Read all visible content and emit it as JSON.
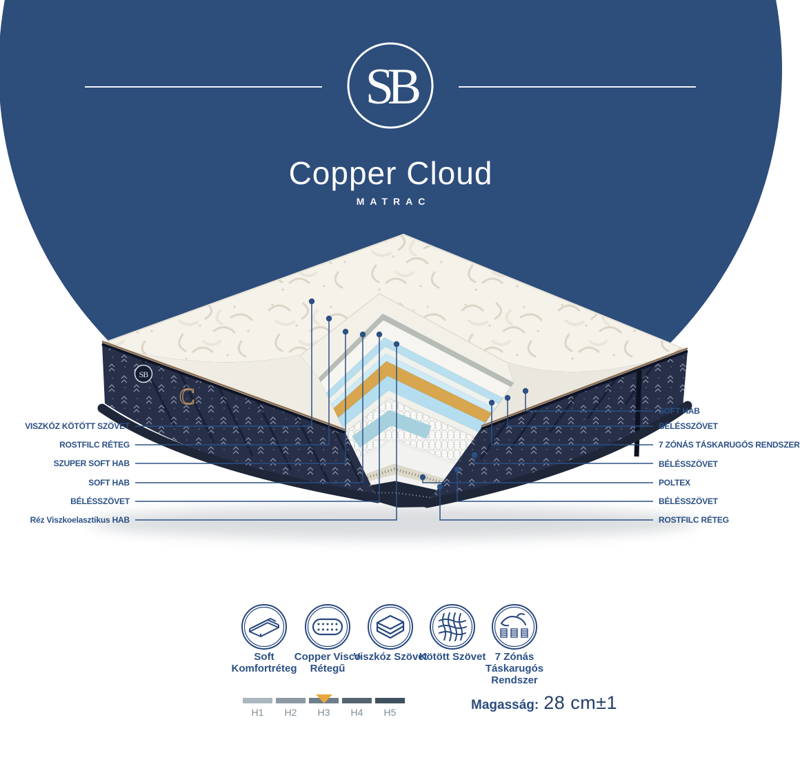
{
  "header": {
    "logo_monogram": "SB",
    "title": "Copper Cloud",
    "subtitle": "MATRAC"
  },
  "callouts": {
    "left": [
      {
        "label": "VISZKÓZ KÖTÖTT SZÖVET"
      },
      {
        "label": "ROSTFILC RÉTEG"
      },
      {
        "label": "SZUPER SOFT HAB"
      },
      {
        "label": "SOFT HAB"
      },
      {
        "label": "BÉLÉSSZÖVET"
      },
      {
        "label": "Réz Viszkoelasztikus HAB"
      }
    ],
    "right": [
      {
        "label": "SOFT HAB"
      },
      {
        "label": "BÉLÉSSZÖVET"
      },
      {
        "label": "7 ZÓNÁS TÁSKARUGÓS RENDSZER"
      },
      {
        "label": "BÉLÉSSZÖVET"
      },
      {
        "label": "POLTEX"
      },
      {
        "label": "BÉLÉSSZÖVET"
      },
      {
        "label": "ROSTFILC RÉTEG"
      }
    ]
  },
  "features": [
    {
      "icon": "mattress-topper-icon",
      "lines": [
        "Soft",
        "Komfortréteg"
      ]
    },
    {
      "icon": "visco-layer-icon",
      "lines": [
        "Copper Visco",
        "Rétegű"
      ]
    },
    {
      "icon": "folded-fabric-icon",
      "lines": [
        "Viszkóz Szövet"
      ]
    },
    {
      "icon": "knit-fabric-icon",
      "lines": [
        "Kötött Szövet"
      ]
    },
    {
      "icon": "pocket-spring-icon",
      "lines": [
        "7 Zónás",
        "Táskarugós",
        "Rendszer"
      ]
    }
  ],
  "hardness": {
    "levels": [
      "H1",
      "H2",
      "H3",
      "H4",
      "H5"
    ],
    "selected": "H3"
  },
  "height": {
    "label": "Magasság:",
    "value": "28 cm±1"
  },
  "colors": {
    "background_circle": "#2d4d7b",
    "callout": "#2b5086",
    "copper_layer": "#d8a64e",
    "spring_blue": "#a6d0de",
    "marker_orange": "#e9a73d",
    "hardness_scale": [
      "#aab7bf",
      "#8c99a2",
      "#6e7e8a",
      "#536470",
      "#3e515e"
    ]
  }
}
